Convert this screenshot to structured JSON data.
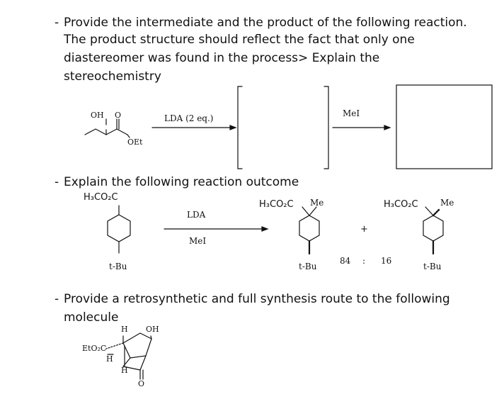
{
  "q1": {
    "bullet": "-",
    "line1": "Provide the intermediate and the product of the following reaction.",
    "line2": "The product structure should reflect the fact that only one",
    "line3": "diastereomer was found in the process> Explain the",
    "line4": "stereochemistry",
    "oh": "OH",
    "o": "O",
    "oet": "OEt",
    "reagent1": "LDA (2 eq.)",
    "reagent2": "MeI"
  },
  "q2": {
    "bullet": "-",
    "line1": "Explain the following reaction outcome",
    "sm_ester": "H₃CO₂C",
    "sm_tbu": "t-Bu",
    "reagent_top": "LDA",
    "reagent_bottom": "MeI",
    "p1_ester": "H₃CO₂C",
    "p1_me": "Me",
    "p1_tbu": "t-Bu",
    "plus": "+",
    "ratio_a": "84",
    "ratio_colon": ":",
    "ratio_b": "16",
    "p2_ester": "H₃CO₂C",
    "p2_me": "Me",
    "p2_tbu": "t-Bu"
  },
  "q3": {
    "bullet": "-",
    "line1": "Provide a retrosynthetic and full synthesis route to the following",
    "line2": "molecule",
    "h_top": "H",
    "oh": "OH",
    "eto2c": "EtO₂C",
    "h_left": "H",
    "h_bottom": "H",
    "o": "O"
  }
}
